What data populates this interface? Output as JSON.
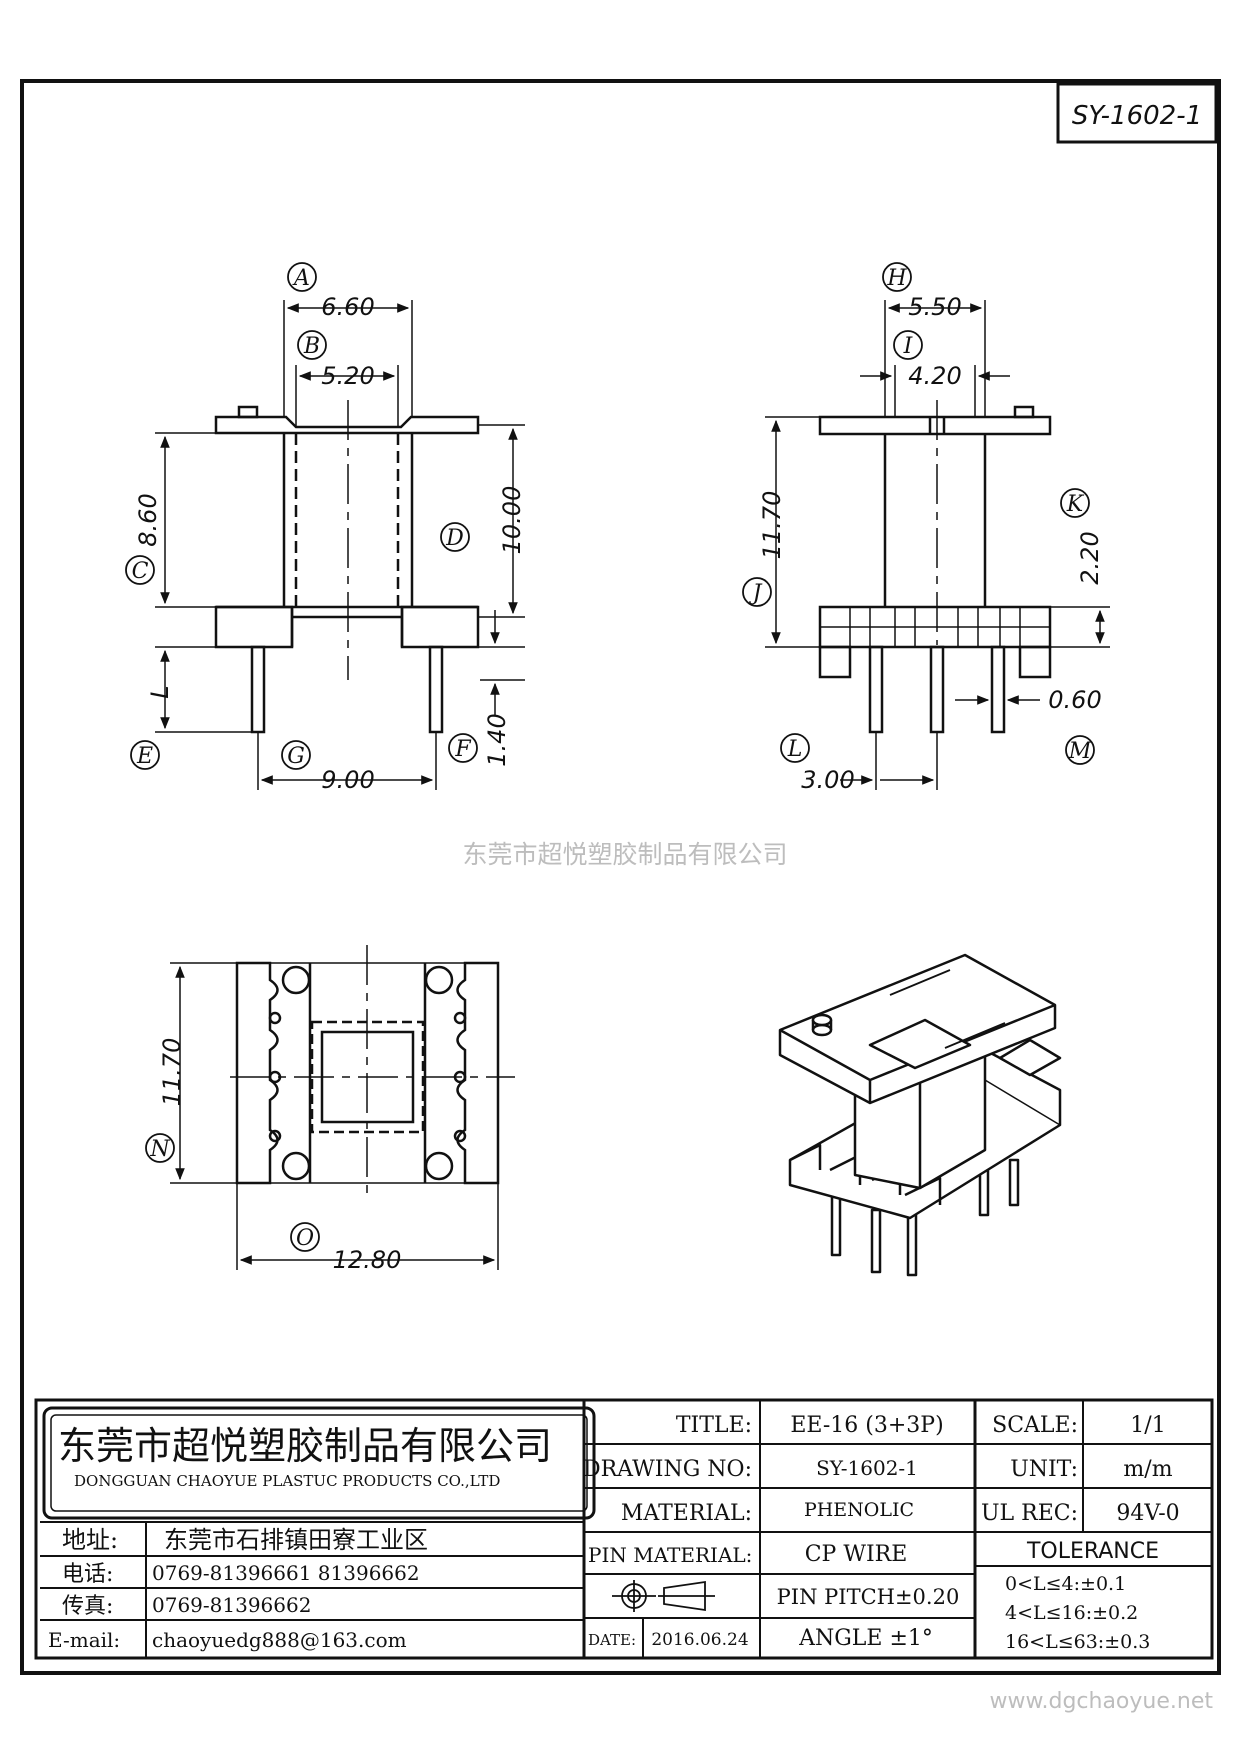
{
  "drawing_code": "SY-1602-1",
  "watermark_center": "东莞市超悦塑胶制品有限公司",
  "watermark_url": "www.dgchaoyue.net",
  "front_view": {
    "dim_a": "6.60",
    "dim_b": "5.20",
    "dim_c": "8.60",
    "dim_d": "10.00",
    "dim_f": "1.40",
    "dim_g": "9.00",
    "dim_l": "L",
    "labels": [
      "A",
      "B",
      "C",
      "D",
      "E",
      "F",
      "G"
    ]
  },
  "side_view": {
    "dim_h": "5.50",
    "dim_i": "4.20",
    "dim_j": "11.70",
    "dim_k": "2.20",
    "dim_m": "0.60",
    "dim_l": "3.00",
    "labels": [
      "H",
      "I",
      "J",
      "K",
      "L",
      "M"
    ]
  },
  "bottom_view": {
    "dim_n": "11.70",
    "dim_o": "12.80",
    "labels": [
      "N",
      "O"
    ]
  },
  "title_block": {
    "company_cn": "东莞市超悦塑胶制品有限公司",
    "company_en": "DONGGUAN CHAOYUE PLASTUC PRODUCTS CO.,LTD",
    "address_label": "地址:",
    "address_value": "东莞市石排镇田寮工业区",
    "phone_label": "电话:",
    "phone_value": "0769-81396661   81396662",
    "fax_label": "传真:",
    "fax_value": "0769-81396662",
    "email_label": "E-mail:",
    "email_value": "chaoyuedg888@163.com",
    "title_label": "TITLE:",
    "title_value": "EE-16 (3+3P)",
    "drawing_no_label": "DRAWING NO:",
    "drawing_no_value": "SY-1602-1",
    "material_label": "MATERIAL:",
    "material_value": "PHENOLIC",
    "pin_material_label": "PIN MATERIAL:",
    "pin_material_value": "CP WIRE",
    "pin_pitch": "PIN PITCH±0.20",
    "angle": "ANGLE  ±1°",
    "date_label": "DATE:",
    "date_value": "2016.06.24",
    "scale_label": "SCALE:",
    "scale_value": "1/1",
    "unit_label": "UNIT:",
    "unit_value": "m/m",
    "ul_label": "UL REC:",
    "ul_value": "94V-0",
    "tolerance_label": "TOLERANCE",
    "tolerances": [
      "0<L≤4:±0.1",
      "4<L≤16:±0.2",
      "16<L≤63:±0.3"
    ]
  }
}
